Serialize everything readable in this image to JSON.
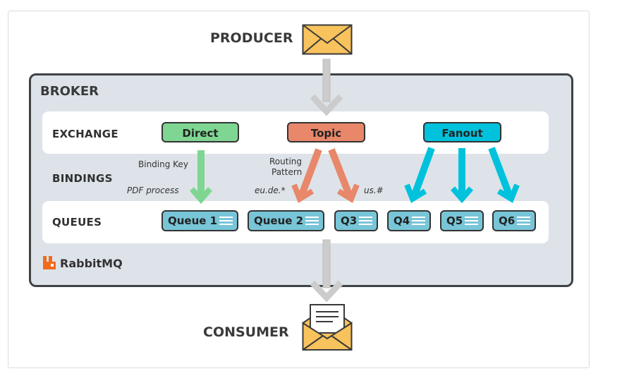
{
  "producer_label": "PRODUCER",
  "consumer_label": "CONSUMER",
  "broker_label": "BROKER",
  "rows": {
    "exchange": "EXCHANGE",
    "bindings": "BINDINGS",
    "queues": "QUEUES"
  },
  "exchanges": {
    "direct": "Direct",
    "topic": "Topic",
    "fanout": "Fanout"
  },
  "binding_notes": {
    "binding_key": "Binding Key",
    "routing_pattern_line1": "Routing",
    "routing_pattern_line2": "Pattern",
    "pdf_process": "PDF process",
    "eu_de": "eu.de.*",
    "us": "us.#"
  },
  "queues": [
    "Queue 1",
    "Queue 2",
    "Q3",
    "Q4",
    "Q5",
    "Q6"
  ],
  "brand": "RabbitMQ",
  "colors": {
    "direct": "#7ed692",
    "topic": "#e8876a",
    "fanout": "#00c2dc",
    "queue": "#78c5d8",
    "gray_arrow": "#cccccc",
    "envelope": "#f8c25c",
    "brand_orange": "#f26b1d"
  },
  "icons": [
    "envelope-icon",
    "open-envelope-icon",
    "rabbitmq-logo-icon",
    "list-lines-icon"
  ]
}
